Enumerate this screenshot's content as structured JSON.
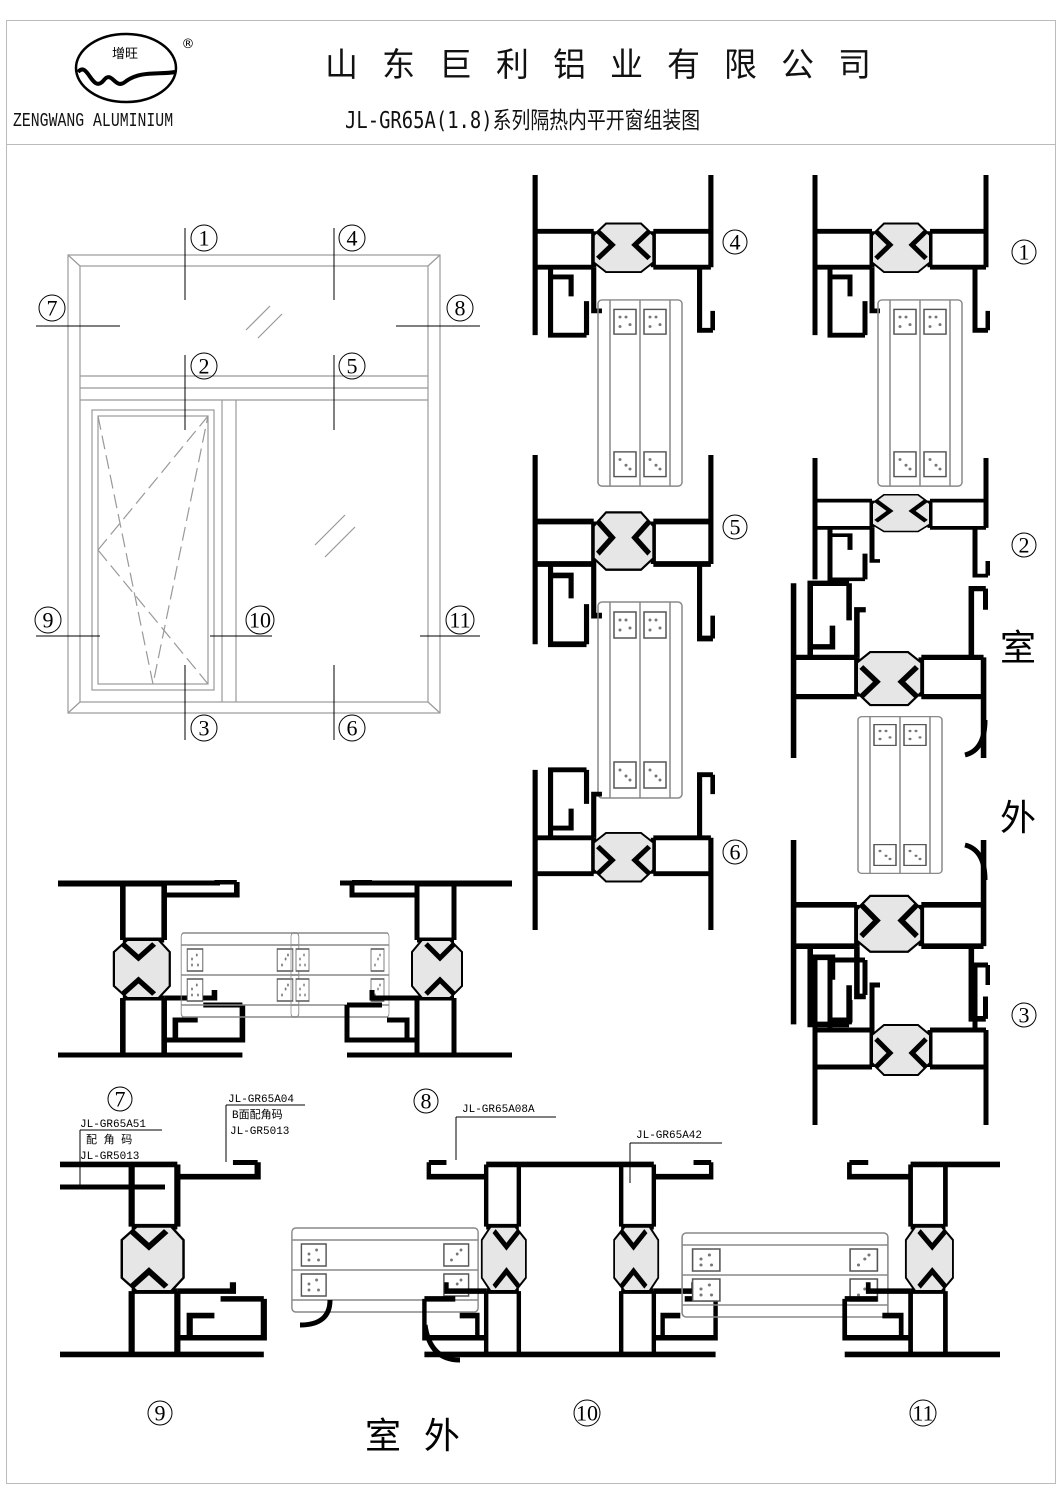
{
  "header": {
    "logo_chars": "增旺",
    "logo_registered": "®",
    "logo_text": "ZENGWANG ALUMINIUM",
    "company": "山东巨利铝业有限公司",
    "title": "JL-GR65A(1.8)系列隔热内平开窗组装图"
  },
  "elevation_callouts": [
    "1",
    "2",
    "3",
    "4",
    "5",
    "6",
    "7",
    "8",
    "9",
    "10",
    "11"
  ],
  "section_labels": {
    "s4": "4",
    "s5": "5",
    "s6": "6",
    "s1": "1",
    "s2": "2",
    "s3": "3",
    "s7": "7",
    "s8": "8",
    "s9": "9",
    "s10": "10",
    "s11": "11"
  },
  "side_labels": {
    "indoor": "室",
    "outdoor_side": "外",
    "outdoor_bottom": "室  外"
  },
  "parts": {
    "p_a51": "JL-GR65A51",
    "p_a51_corner": "配 角 码",
    "p_a51_code": "JL-GR5013",
    "p_a04": "JL-GR65A04",
    "p_a04_corner": "B面配角码",
    "p_a04_code": "JL-GR5013",
    "p_a08a": "JL-GR65A08A",
    "p_a42": "JL-GR65A42"
  }
}
